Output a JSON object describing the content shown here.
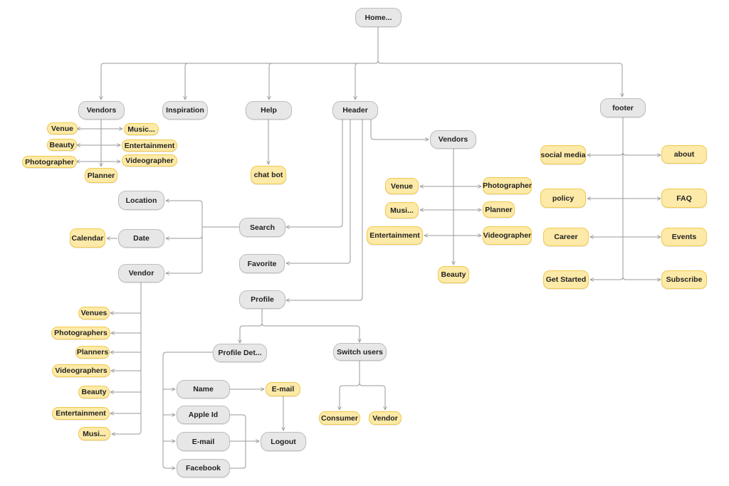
{
  "colors": {
    "page_node_fill": "#e7e7e7",
    "page_node_border": "#bdbdbd",
    "leaf_node_fill": "#fdeaa8",
    "leaf_node_border": "#f2c94c",
    "connector": "#9a9a9a"
  },
  "nodes": {
    "home": "Home...",
    "vendors": "Vendors",
    "inspiration": "Inspiration",
    "help": "Help",
    "header": "Header",
    "footer": "footer",
    "vendors_venue": "Venue",
    "vendors_music": "Music...",
    "vendors_beauty": "Beauty",
    "vendors_entertainment": "Entertainment",
    "vendors_photographer": "Photographer",
    "vendors_videographer": "Videographer",
    "vendors_planner": "Planner",
    "chat_bot": "chat bot",
    "header_vendors": "Vendors",
    "hv_venue": "Venue",
    "hv_photographer": "Photographer",
    "hv_music": "Musi...",
    "hv_planner": "Planner",
    "hv_entertainment": "Entertainment",
    "hv_videographer": "Videographer",
    "hv_beauty": "Beauty",
    "search": "Search",
    "favorite": "Favorite",
    "profile": "Profile",
    "location": "Location",
    "date": "Date",
    "calendar": "Calendar",
    "vendor": "Vendor",
    "v_venues": "Venues",
    "v_photographers": "Photographers",
    "v_planners": "Planners",
    "v_videographers": "Videographers",
    "v_beauty": "Beauty",
    "v_entertainment": "Entertainment",
    "v_music": "Musi...",
    "profile_details": "Profile Det...",
    "switch_users": "Switch users",
    "pd_name": "Name",
    "pd_apple_id": "Apple Id",
    "pd_email": "E-mail",
    "pd_facebook": "Facebook",
    "name_email": "E-mail",
    "logout": "Logout",
    "consumer": "Consumer",
    "su_vendor": "Vendor",
    "social_media": "social media",
    "about": "about",
    "policy": "policy",
    "faq": "FAQ",
    "career": "Career",
    "events": "Events",
    "get_started": "Get Started",
    "subscribe": "Subscribe"
  }
}
